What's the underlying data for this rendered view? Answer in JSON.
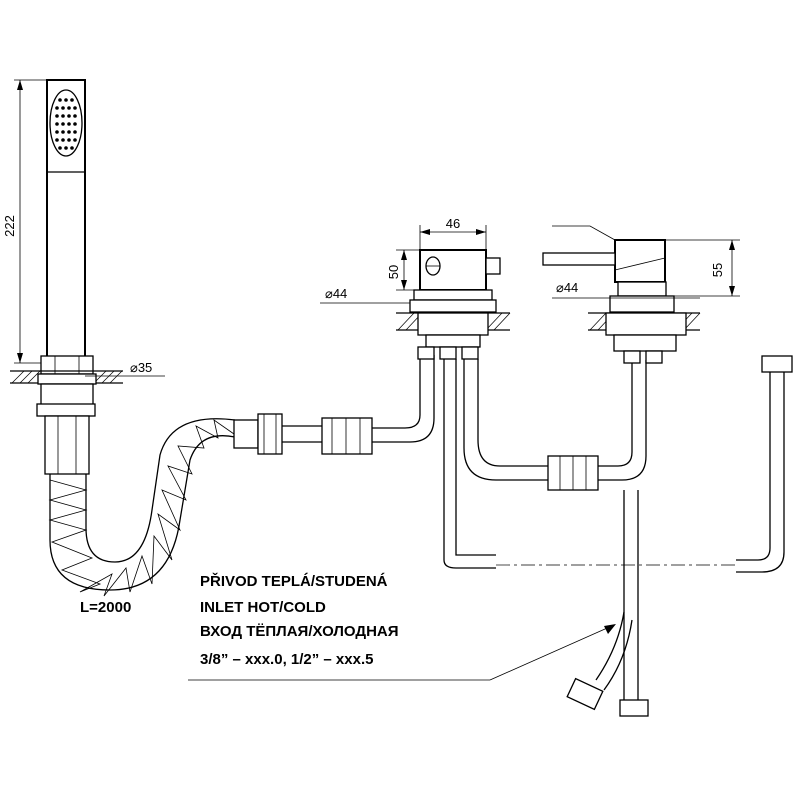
{
  "drawing": {
    "dimensions": {
      "handshower_height": "222",
      "handshower_base_diameter": "⌀35",
      "hose_length": "L=2000",
      "spout_width": "46",
      "spout_height": "50",
      "spout_base_diameter": "⌀44",
      "mixer_height": "55",
      "mixer_base_diameter": "⌀44"
    },
    "inlet_note": {
      "line1": "PŘIVOD TEPLÁ/STUDENÁ",
      "line2": "INLET HOT/COLD",
      "line3": "ВХОД ТЁПЛАЯ/ХОЛОДНАЯ",
      "line4": "3/8” – xxx.0,  1/2” – xxx.5"
    }
  }
}
